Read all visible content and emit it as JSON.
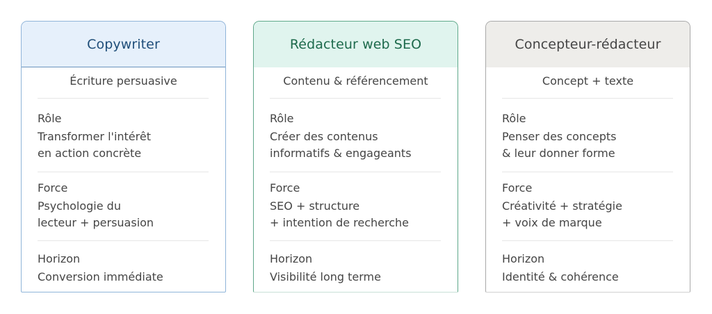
{
  "cards": [
    {
      "title": "Copywriter",
      "subtitle": "Écriture persuasive",
      "sections": [
        {
          "label": "Rôle",
          "value_lines": [
            "Transformer l'intérêt",
            "en action concrète"
          ]
        },
        {
          "label": "Force",
          "value_lines": [
            "Psychologie du",
            "lecteur + persuasion"
          ]
        },
        {
          "label": "Horizon",
          "value_lines": [
            "Conversion immédiate"
          ]
        }
      ],
      "colors": {
        "header_bg": "#e6f0fb",
        "title": "#1f4e79",
        "border": "#8fb4d9"
      }
    },
    {
      "title": "Rédacteur web SEO",
      "subtitle": "Contenu & référencement",
      "sections": [
        {
          "label": "Rôle",
          "value_lines": [
            "Créer des contenus",
            "informatifs & engageants"
          ]
        },
        {
          "label": "Force",
          "value_lines": [
            "SEO + structure",
            "+ intention de recherche"
          ]
        },
        {
          "label": "Horizon",
          "value_lines": [
            "Visibilité long terme"
          ]
        }
      ],
      "colors": {
        "header_bg": "#e0f4ee",
        "title": "#1d6a4c",
        "border": "#5fa88a"
      }
    },
    {
      "title": "Concepteur-rédacteur",
      "subtitle": "Concept + texte",
      "sections": [
        {
          "label": "Rôle",
          "value_lines": [
            "Penser des concepts",
            "& leur donner forme"
          ]
        },
        {
          "label": "Force",
          "value_lines": [
            "Créativité + stratégie",
            "+ voix de marque"
          ]
        },
        {
          "label": "Horizon",
          "value_lines": [
            "Identité & cohérence"
          ]
        }
      ],
      "colors": {
        "header_bg": "#eeedea",
        "title": "#454545",
        "border": "#a9a9a9"
      }
    }
  ]
}
